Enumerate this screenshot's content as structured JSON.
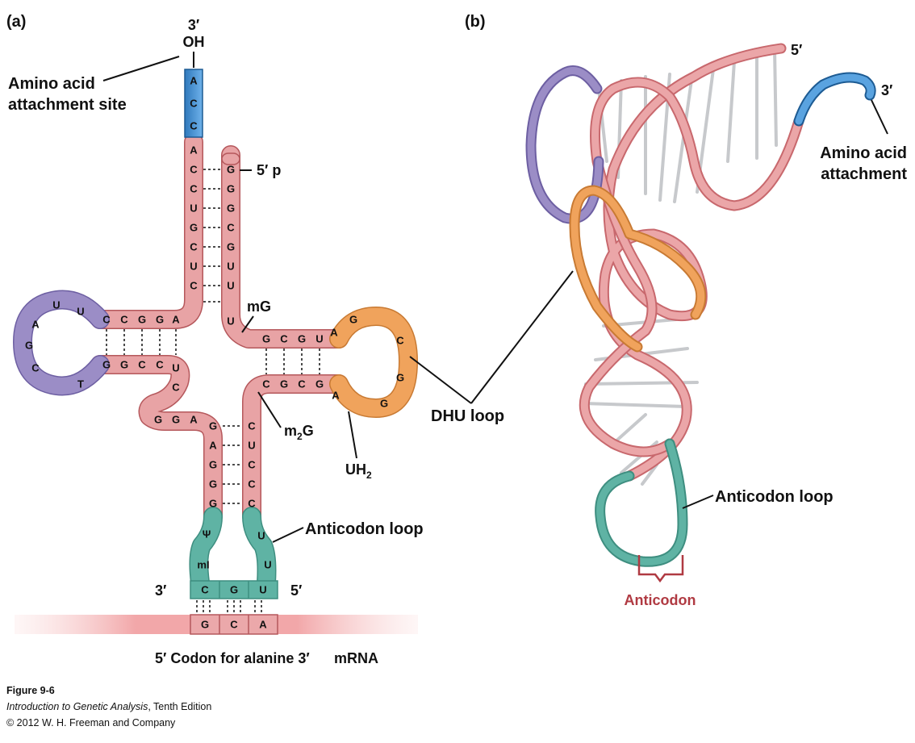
{
  "panel_a": {
    "panel_label": "(a)",
    "end_3_prime": "3′",
    "end_3_oh": "OH",
    "amino_acid_site_line1": "Amino acid",
    "amino_acid_site_line2": "attachment site",
    "end_5p": "5′ p",
    "label_mG": "mG",
    "label_m2G": "m",
    "label_m2G_sub": "2",
    "label_m2G_tail": "G",
    "label_UH2": "UH",
    "label_UH2_sub": "2",
    "label_anticodon_loop": "Anticodon loop",
    "label_dhu_loop": "DHU loop",
    "label_mrna_3": "3′",
    "label_mrna_5": "5′",
    "mrna_caption": "5′ Codon for alanine 3′",
    "mrna_label": "mRNA",
    "acceptor_tail": [
      "A",
      "C",
      "C"
    ],
    "acceptor_left": [
      "A",
      "C",
      "C",
      "U",
      "G",
      "C",
      "U",
      "C"
    ],
    "acceptor_right": [
      "G",
      "G",
      "G",
      "C",
      "G",
      "U",
      "U",
      "U"
    ],
    "arm_left_top": [
      "C",
      "C",
      "G",
      "G",
      "A"
    ],
    "arm_left_bottom": [
      "G",
      "G",
      "C",
      "C",
      "U"
    ],
    "left_loop": [
      "A",
      "U",
      "U",
      "G",
      "C",
      "T"
    ],
    "junction": [
      "C",
      "G",
      "G",
      "A"
    ],
    "anticodon_stem_left": [
      "G",
      "A",
      "G",
      "G",
      "G"
    ],
    "anticodon_stem_right": [
      "C",
      "U",
      "C",
      "C",
      "C"
    ],
    "anticodon_loop": [
      "Ψ",
      "mI",
      "U",
      "U"
    ],
    "anticodon": [
      "C",
      "G",
      "U"
    ],
    "codon": [
      "G",
      "C",
      "A"
    ],
    "arm_right_top": [
      "G",
      "C",
      "G",
      "U"
    ],
    "arm_right_bottom": [
      "C",
      "G",
      "C",
      "G"
    ],
    "right_loop": [
      "A",
      "G",
      "C",
      "G",
      "G",
      "A"
    ]
  },
  "panel_b": {
    "panel_label": "(b)",
    "end_5_prime": "5′",
    "end_3_prime": "3′",
    "amino_line1": "Amino acid",
    "amino_line2": "attachment",
    "anticodon_loop": "Anticodon loop",
    "anticodon": "Anticodon"
  },
  "caption": {
    "figure": "Figure 9-6",
    "book_title": "Introduction to Genetic Analysis",
    "edition": ", Tenth Edition",
    "copyright": "© 2012 W. H. Freeman and Company"
  },
  "colors": {
    "pink": "#e8a3a5",
    "pink_dark": "#b5585c",
    "blue": "#3c86c7",
    "purple": "#9b8dc6",
    "orange": "#f0a35c",
    "teal": "#5fb3a4",
    "anticodon_red": "#b03a42"
  }
}
